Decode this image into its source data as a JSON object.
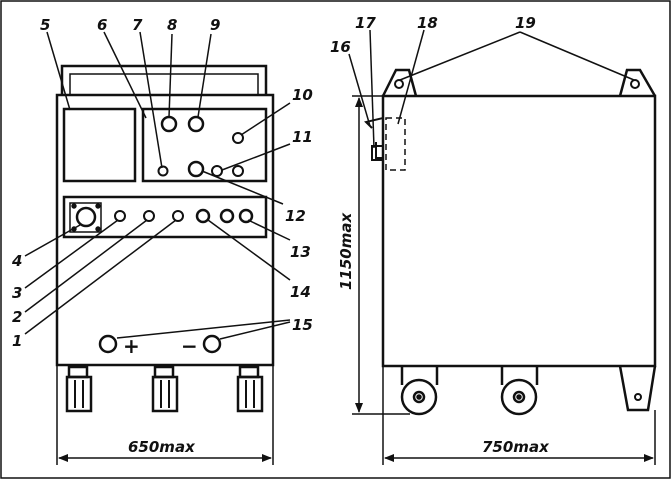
{
  "callouts": {
    "c1": "1",
    "c2": "2",
    "c3": "3",
    "c4": "4",
    "c5": "5",
    "c6": "6",
    "c7": "7",
    "c8": "8",
    "c9": "9",
    "c10": "10",
    "c11": "11",
    "c12": "12",
    "c13": "13",
    "c14": "14",
    "c15": "15",
    "c16": "16",
    "c17": "17",
    "c18": "18",
    "c19": "19"
  },
  "dimensions": {
    "front_width": "650max",
    "side_width": "750max",
    "height": "1150max"
  },
  "terminals": {
    "plus": "+",
    "minus": "−"
  }
}
